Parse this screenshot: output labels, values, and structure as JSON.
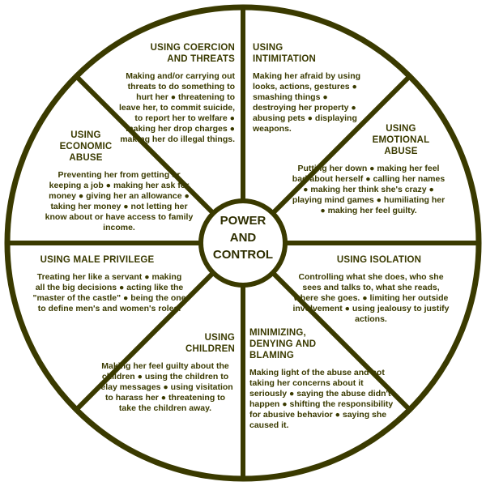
{
  "center": {
    "line1": "POWER",
    "line2": "AND",
    "line3": "CONTROL"
  },
  "segments": [
    {
      "title": "USING COERCION AND THREATS",
      "body": "Making and/or carrying out threats to do something to hurt her ● threatening to leave her, to commit suicide, to report her to welfare ● making her drop charges ● making her do illegal things."
    },
    {
      "title": "USING INTIMITATION",
      "body": "Making her afraid by using looks, actions, gestures ● smashing things ● destroying her property ● abusing pets ● displaying weapons."
    },
    {
      "title": "USING EMOTIONAL ABUSE",
      "body": "Putting her down ● making her feel bad about herself ● calling her names ● making her think she's crazy ● playing mind games ● humiliating her ● making her feel guilty."
    },
    {
      "title": "USING ISOLATION",
      "body": "Controlling what she does, who she sees and talks to, what she reads, where she goes. ● limiting her outside involvement ● using jealousy to justify actions."
    },
    {
      "title": "MINIMIZING, DENYING AND BLAMING",
      "body": "Making light of the abuse and not taking her concerns about it seriously ● saying the abuse didn't happen ● shifting the responsibility for abusive behavior ● saying she caused it."
    },
    {
      "title": "USING CHILDREN",
      "body": "Making her feel guilty about the children ● using the children to relay messages ● using visitation to harass her ● threatening to take the children away."
    },
    {
      "title": "USING MALE PRIVILEGE",
      "body": "Treating her like a servant ● making all the big decisions ● acting like the \"master of the castle\" ● being the one to define men's and women's roles."
    },
    {
      "title": "USING ECONOMIC ABUSE",
      "body": "Preventing her from getting or keeping a job ● making her ask for money ● giving her an allowance ● taking her money ● not letting her know about or have access to family income."
    }
  ],
  "colors": {
    "line": "#3a3a00",
    "text": "#3a3a00",
    "background": "#ffffff"
  }
}
